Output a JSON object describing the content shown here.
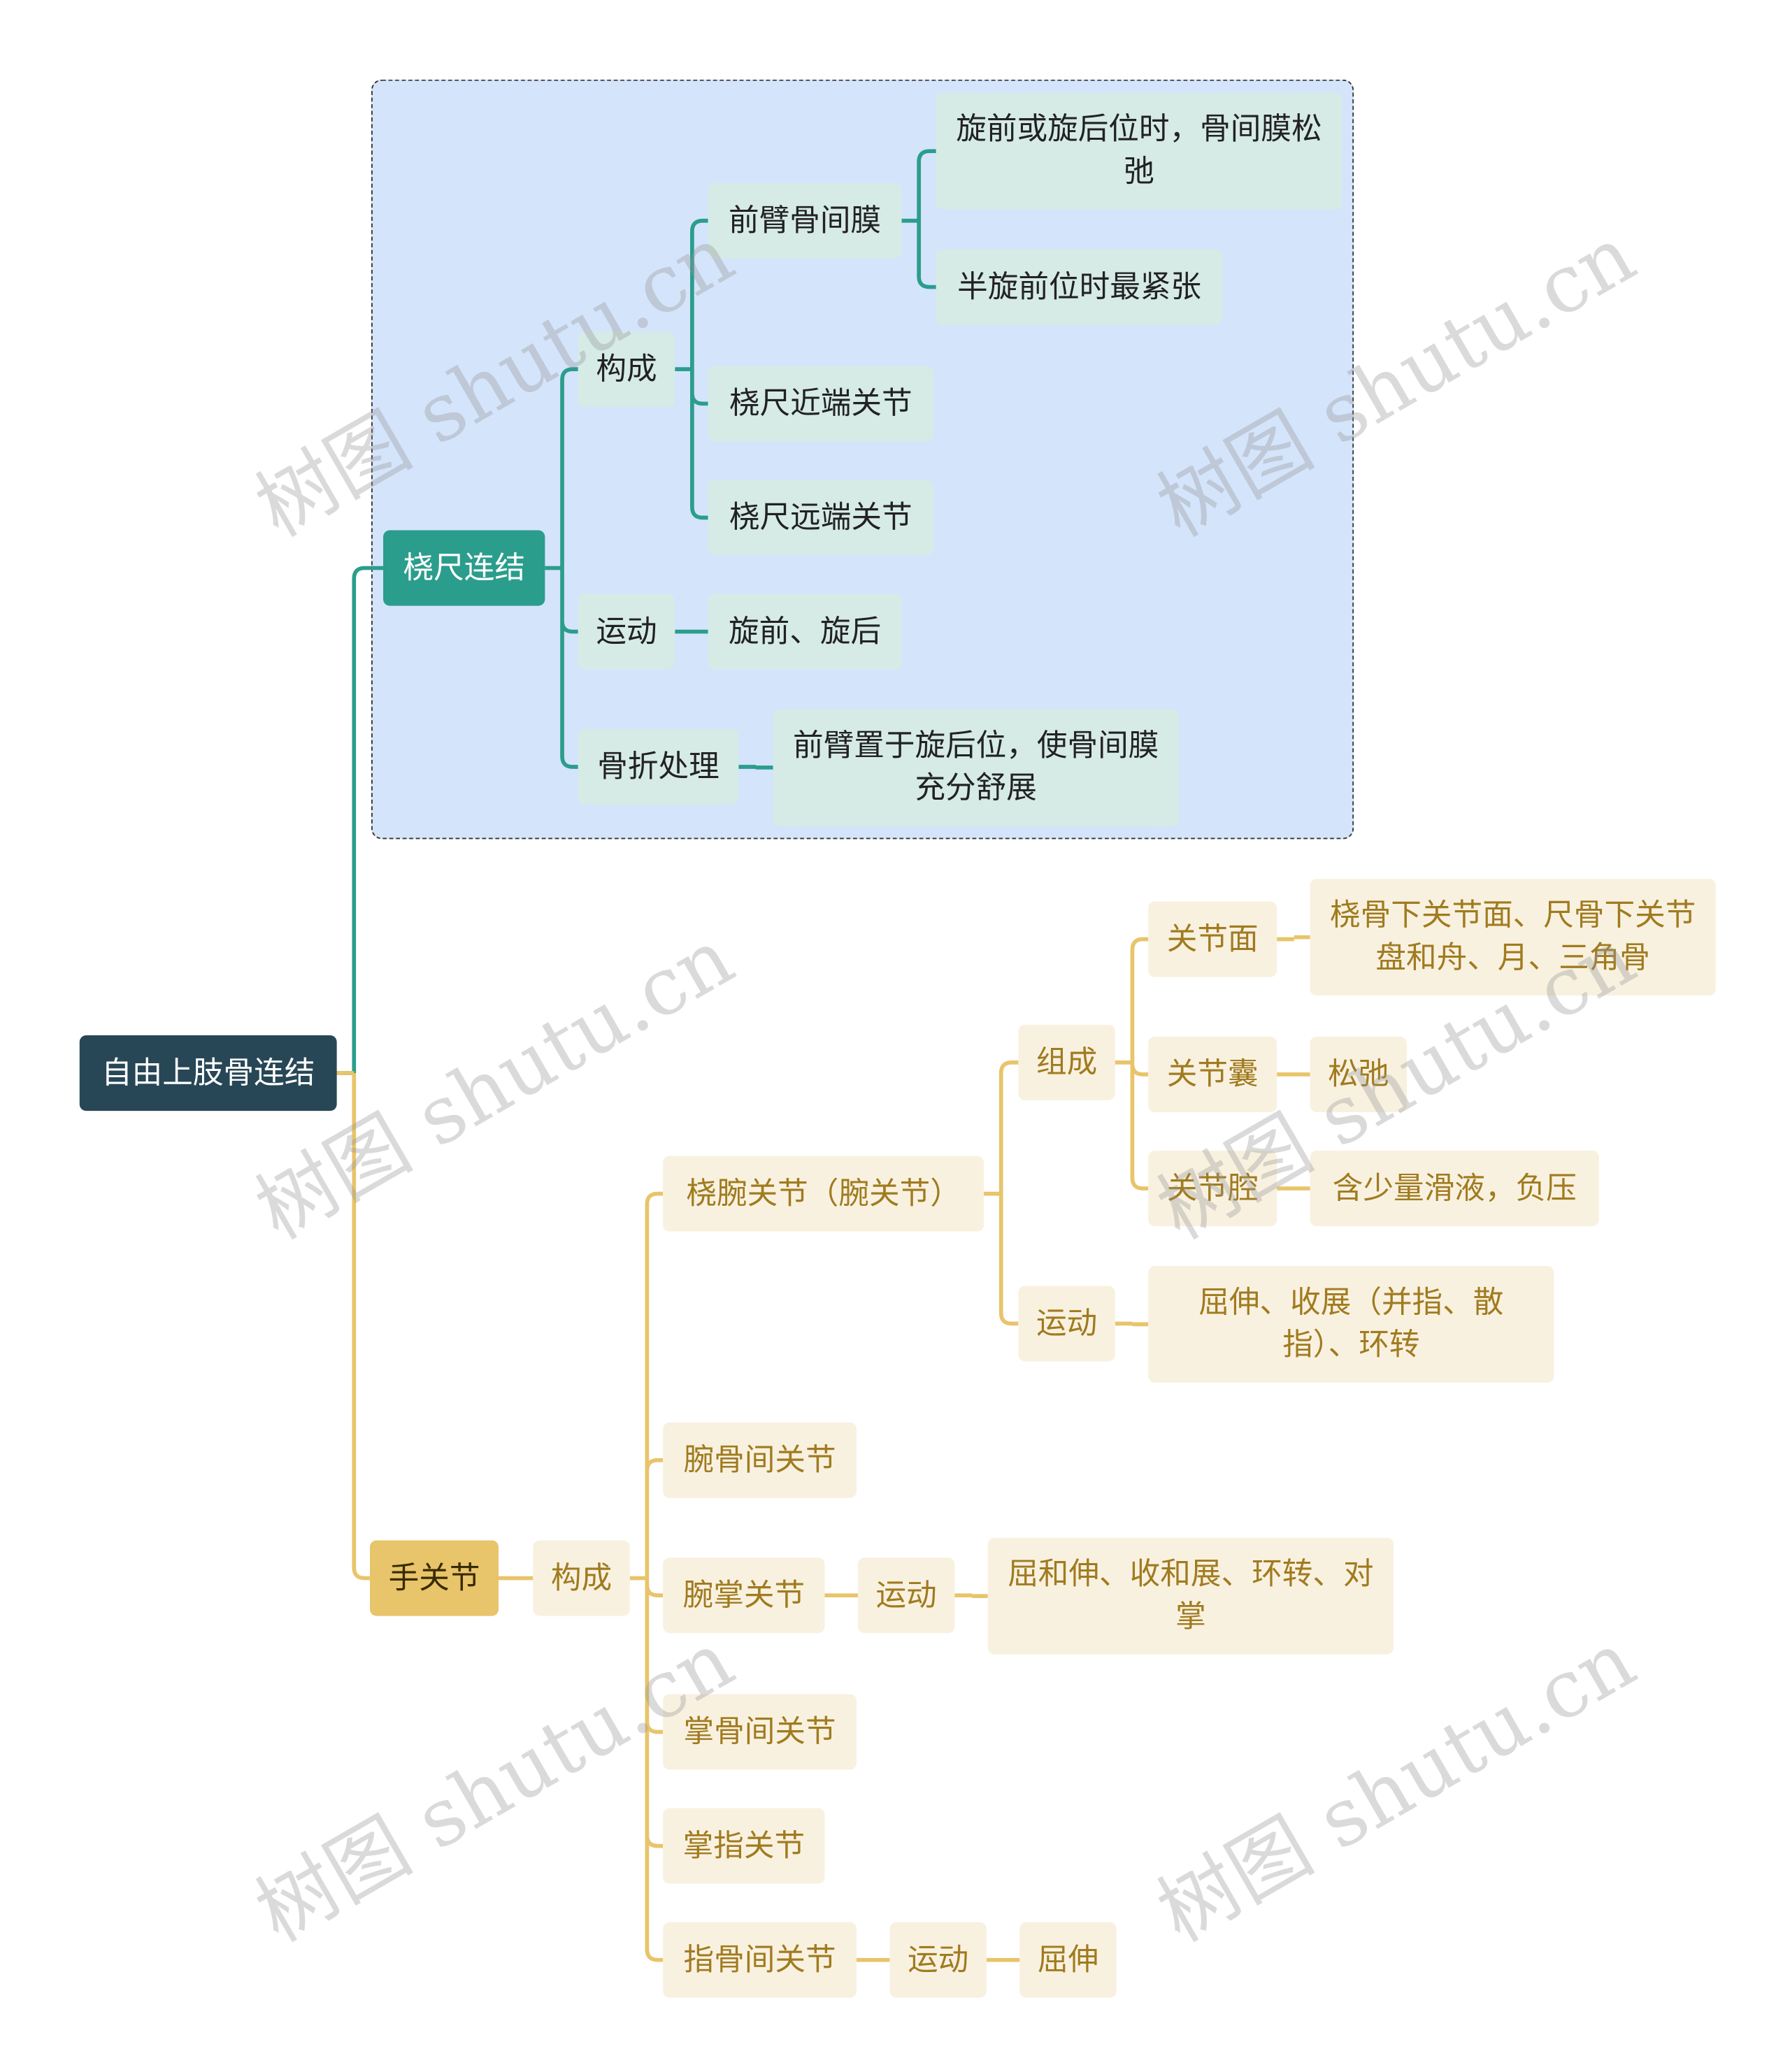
{
  "root": "自由上肢骨连结",
  "radioulnar": {
    "title": "桡尺连结",
    "composition": "构成",
    "interosseous_membrane": "前臂骨间膜",
    "membrane_slack": "旋前或旋后位时，骨间膜松弛",
    "membrane_tight": "半旋前位时最紧张",
    "proximal_joint": "桡尺近端关节",
    "distal_joint": "桡尺远端关节",
    "movement": "运动",
    "movement_value": "旋前、旋后",
    "fracture": "骨折处理",
    "fracture_value": "前臂置于旋后位，使骨间膜充分舒展"
  },
  "hand": {
    "title": "手关节",
    "composition": "构成",
    "radiocarpal": "桡腕关节（腕关节）",
    "radiocarpal_parts": "组成",
    "articular_surface": "关节面",
    "articular_surface_value": "桡骨下关节面、尺骨下关节盘和舟、月、三角骨",
    "capsule": "关节囊",
    "capsule_value": "松弛",
    "cavity": "关节腔",
    "cavity_value": "含少量滑液，负压",
    "radiocarpal_movement": "运动",
    "radiocarpal_movement_value": "屈伸、收展（并指、散指）、环转",
    "intercarpal": "腕骨间关节",
    "carpometacarpal": "腕掌关节",
    "carpometacarpal_movement": "运动",
    "carpometacarpal_movement_value": "屈和伸、收和展、环转、对掌",
    "intermetacarpal": "掌骨间关节",
    "metacarpophalangeal": "掌指关节",
    "interphalangeal": "指骨间关节",
    "interphalangeal_movement": "运动",
    "interphalangeal_movement_value": "屈伸"
  },
  "watermark": "树图 shutu.cn",
  "colors": {
    "teal": "#2b9d8c",
    "gold": "#e8c46a",
    "root": "#284756",
    "group_bg": "#d4e4fb"
  }
}
